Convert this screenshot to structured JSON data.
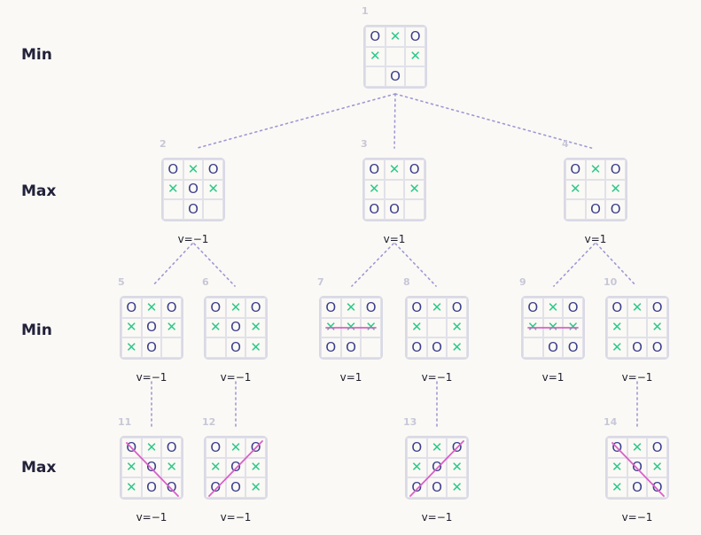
{
  "colors": {
    "background": "#fbf9f5",
    "board_border": "#d9d9e6",
    "x_mark": "#2cc98a",
    "o_mark": "#3a3e8c",
    "win_line": "#d960c9",
    "edge": "#9f98d6",
    "node_number": "#c7c7d8",
    "text": "#1d1d2b"
  },
  "symbols": {
    "X": "✕",
    "O": "O"
  },
  "levels": [
    {
      "id": "level-1",
      "label": "Min"
    },
    {
      "id": "level-2",
      "label": "Max"
    },
    {
      "id": "level-3",
      "label": "Min"
    },
    {
      "id": "level-4",
      "label": "Max"
    }
  ],
  "nodes": [
    {
      "id": "1",
      "level": 0,
      "value": "",
      "win": null,
      "cells": [
        "O",
        "X",
        "O",
        "X",
        "",
        "X",
        "",
        "O",
        ""
      ]
    },
    {
      "id": "2",
      "level": 1,
      "value": "v=−1",
      "win": null,
      "cells": [
        "O",
        "X",
        "O",
        "X",
        "O",
        "X",
        "",
        "O",
        ""
      ]
    },
    {
      "id": "3",
      "level": 1,
      "value": "v=1",
      "win": null,
      "cells": [
        "O",
        "X",
        "O",
        "X",
        "",
        "X",
        "O",
        "O",
        ""
      ]
    },
    {
      "id": "4",
      "level": 1,
      "value": "v=1",
      "win": null,
      "cells": [
        "O",
        "X",
        "O",
        "X",
        "",
        "X",
        "",
        "O",
        "O"
      ]
    },
    {
      "id": "5",
      "level": 2,
      "value": "v=−1",
      "win": null,
      "cells": [
        "O",
        "X",
        "O",
        "X",
        "O",
        "X",
        "X",
        "O",
        ""
      ]
    },
    {
      "id": "6",
      "level": 2,
      "value": "v=−1",
      "win": null,
      "cells": [
        "O",
        "X",
        "O",
        "X",
        "O",
        "X",
        "",
        "O",
        "X"
      ]
    },
    {
      "id": "7",
      "level": 2,
      "value": "v=1",
      "win": "row2",
      "cells": [
        "O",
        "X",
        "O",
        "X",
        "X",
        "X",
        "O",
        "O",
        ""
      ]
    },
    {
      "id": "8",
      "level": 2,
      "value": "v=−1",
      "win": null,
      "cells": [
        "O",
        "X",
        "O",
        "X",
        "",
        "X",
        "O",
        "O",
        "X"
      ]
    },
    {
      "id": "9",
      "level": 2,
      "value": "v=1",
      "win": "row2",
      "cells": [
        "O",
        "X",
        "O",
        "X",
        "X",
        "X",
        "",
        "O",
        "O"
      ]
    },
    {
      "id": "10",
      "level": 2,
      "value": "v=−1",
      "win": null,
      "cells": [
        "O",
        "X",
        "O",
        "X",
        "",
        "X",
        "X",
        "O",
        "O"
      ]
    },
    {
      "id": "11",
      "level": 3,
      "value": "v=−1",
      "win": "diag",
      "cells": [
        "O",
        "X",
        "O",
        "X",
        "O",
        "X",
        "X",
        "O",
        "O"
      ]
    },
    {
      "id": "12",
      "level": 3,
      "value": "v=−1",
      "win": "anti",
      "cells": [
        "O",
        "X",
        "O",
        "X",
        "O",
        "X",
        "O",
        "O",
        "X"
      ]
    },
    {
      "id": "13",
      "level": 3,
      "value": "v=−1",
      "win": "anti",
      "cells": [
        "O",
        "X",
        "O",
        "X",
        "O",
        "X",
        "O",
        "O",
        "X"
      ]
    },
    {
      "id": "14",
      "level": 3,
      "value": "v=−1",
      "win": "diag",
      "cells": [
        "O",
        "X",
        "O",
        "X",
        "O",
        "X",
        "X",
        "O",
        "O"
      ]
    }
  ],
  "edges": [
    [
      "1",
      "2"
    ],
    [
      "1",
      "3"
    ],
    [
      "1",
      "4"
    ],
    [
      "2",
      "5"
    ],
    [
      "2",
      "6"
    ],
    [
      "3",
      "7"
    ],
    [
      "3",
      "8"
    ],
    [
      "4",
      "9"
    ],
    [
      "4",
      "10"
    ],
    [
      "5",
      "11"
    ],
    [
      "6",
      "12"
    ],
    [
      "8",
      "13"
    ],
    [
      "10",
      "14"
    ]
  ]
}
